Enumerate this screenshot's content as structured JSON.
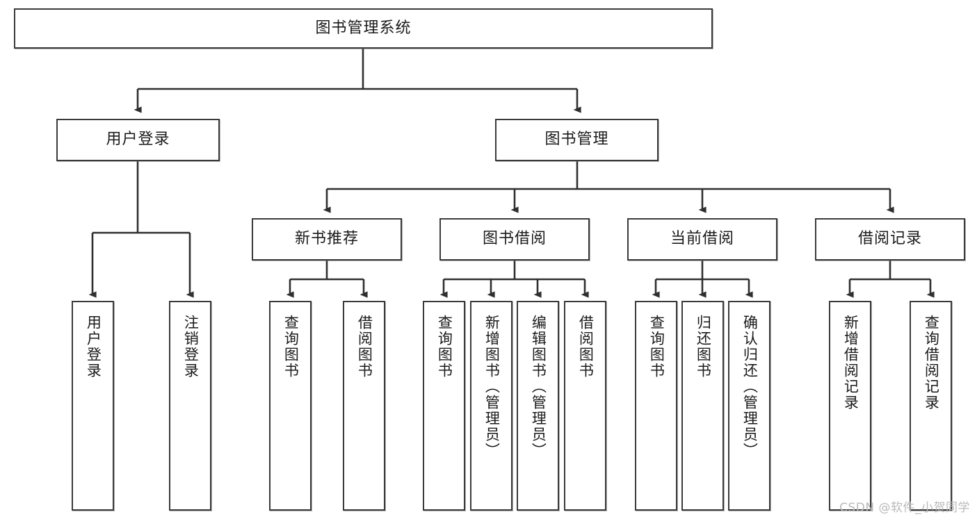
{
  "diagram": {
    "type": "tree-hierarchy",
    "title": "图书管理系统",
    "root": {
      "id": "root",
      "label": "图书管理系统"
    },
    "level2": [
      {
        "id": "user-login",
        "label": "用户登录"
      },
      {
        "id": "book-manage",
        "label": "图书管理"
      }
    ],
    "level3": [
      {
        "id": "new-book-rec",
        "label": "新书推荐",
        "parent": "book-manage"
      },
      {
        "id": "book-borrow",
        "label": "图书借阅",
        "parent": "book-manage"
      },
      {
        "id": "current-borrow",
        "label": "当前借阅",
        "parent": "book-manage"
      },
      {
        "id": "borrow-record",
        "label": "借阅记录",
        "parent": "book-manage"
      }
    ],
    "leaves": [
      {
        "id": "leaf-user-login",
        "label": "用户登录",
        "parent": "user-login"
      },
      {
        "id": "leaf-user-logout",
        "label": "注销登录",
        "parent": "user-login"
      },
      {
        "id": "leaf-query-book-1",
        "label": "查询图书",
        "parent": "new-book-rec"
      },
      {
        "id": "leaf-borrow-book-1",
        "label": "借阅图书",
        "parent": "new-book-rec"
      },
      {
        "id": "leaf-query-book-2",
        "label": "查询图书",
        "parent": "book-borrow"
      },
      {
        "id": "leaf-add-book",
        "label": "新增图书（管理员）",
        "parent": "book-borrow"
      },
      {
        "id": "leaf-edit-book",
        "label": "编辑图书（管理员）",
        "parent": "book-borrow"
      },
      {
        "id": "leaf-borrow-book-2",
        "label": "借阅图书",
        "parent": "book-borrow"
      },
      {
        "id": "leaf-query-book-3",
        "label": "查询图书",
        "parent": "current-borrow"
      },
      {
        "id": "leaf-return-book",
        "label": "归还图书",
        "parent": "current-borrow"
      },
      {
        "id": "leaf-confirm-return",
        "label": "确认归还（管理员）",
        "parent": "current-borrow"
      },
      {
        "id": "leaf-add-record",
        "label": "新增借阅记录",
        "parent": "borrow-record"
      },
      {
        "id": "leaf-query-record",
        "label": "查询借阅记录",
        "parent": "borrow-record"
      }
    ],
    "colors": {
      "stroke": "#3a3a3a",
      "fill": "#ffffff",
      "text": "#1a1a1a",
      "watermark": "#b9b9b9"
    }
  },
  "watermark": {
    "text": "CSDN @软件_小贺同学"
  }
}
